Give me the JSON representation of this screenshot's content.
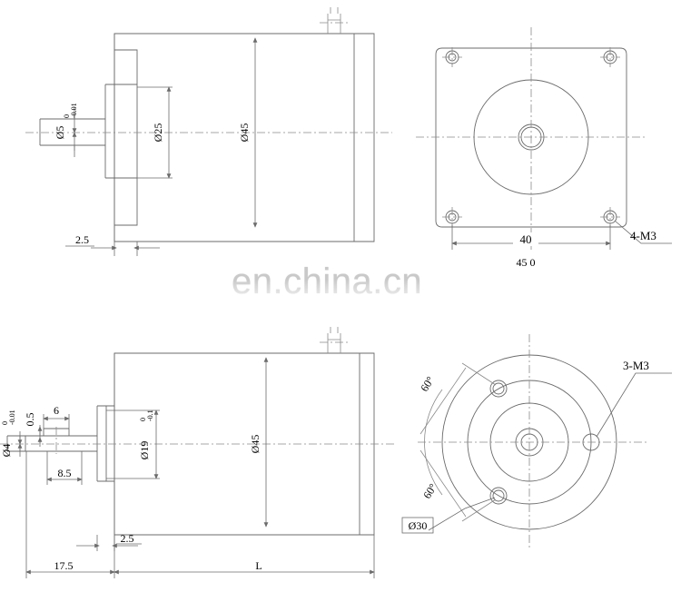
{
  "page": {
    "title": "Motor Outline Dimension Drawing",
    "background": "#ffffff",
    "line_color": "#6b6b6b",
    "text_color": "#000000",
    "watermark": "en.china.cn"
  },
  "views": {
    "top_left": {
      "name": "front-elevation-top",
      "labels": {
        "shaft_dia": "Ø5",
        "shaft_tol_upper": "0",
        "shaft_tol_lower": "-0.01",
        "pilot_dia": "Ø25",
        "body_dia": "Ø45",
        "flange_thk": "2.5"
      }
    },
    "top_right": {
      "name": "end-view-square-flange",
      "labels": {
        "bolt_span": "40",
        "flange_size": "45 0",
        "thread_callout": "4-M3"
      }
    },
    "bottom_left": {
      "name": "front-elevation-bottom",
      "labels": {
        "shaft_dia": "Ø4",
        "shaft_tol_upper": "0",
        "shaft_tol_lower": "-0.01",
        "flat_depth": "0.5",
        "flat_len": "6",
        "pilot_dia": "Ø19",
        "pilot_tol_upper": "0",
        "pilot_tol_lower": "-0.1",
        "body_dia": "Ø45",
        "shaft_len": "8.5",
        "flange_thk": "2.5",
        "front_len": "17.5",
        "body_len": "L"
      }
    },
    "bottom_right": {
      "name": "end-view-round-flange",
      "labels": {
        "thread_callout": "3-M3",
        "angle_1": "60°",
        "angle_2": "60°",
        "bolt_circle": "Ø30"
      }
    }
  }
}
